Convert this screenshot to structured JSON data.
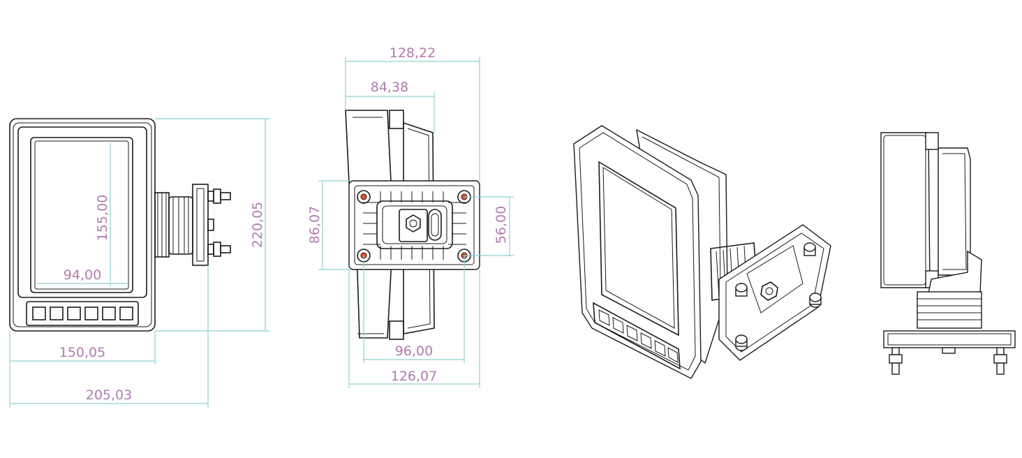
{
  "colors": {
    "line": "#1a1a1a",
    "dimension_line": "#8fd0d0",
    "dimension_text": "#b07ab0",
    "mounting_hole": "#e0552a"
  },
  "views": [
    {
      "name": "front-view",
      "dimensions": {
        "screen_height": "155,00",
        "screen_width": "94,00",
        "overall_height": "220,05",
        "body_width": "150,05",
        "overall_width": "205,03"
      }
    },
    {
      "name": "rear-view",
      "dimensions": {
        "total_depth": "128,22",
        "body_depth": "84,38",
        "plate_height": "86,07",
        "hole_spacing_vertical": "56,00",
        "hole_spacing_horizontal": "96,00",
        "plate_width": "126,07"
      }
    },
    {
      "name": "isometric-view"
    },
    {
      "name": "side-view"
    }
  ]
}
